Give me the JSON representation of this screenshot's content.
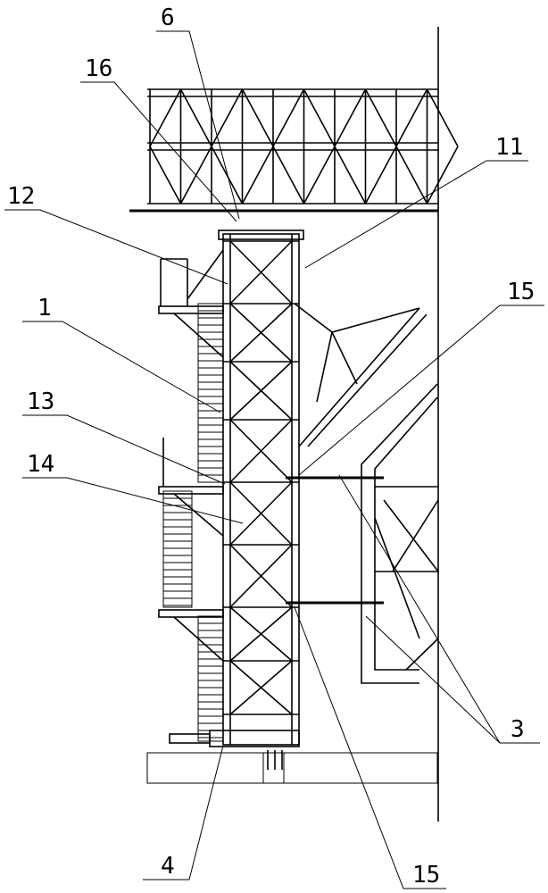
{
  "figure": {
    "labels": {
      "l6": "6",
      "l16": "16",
      "l11": "11",
      "l12": "12",
      "l15_top": "15",
      "l1": "1",
      "l13": "13",
      "l14": "14",
      "l3": "3",
      "l4": "4",
      "l15_bottom": "15"
    }
  }
}
